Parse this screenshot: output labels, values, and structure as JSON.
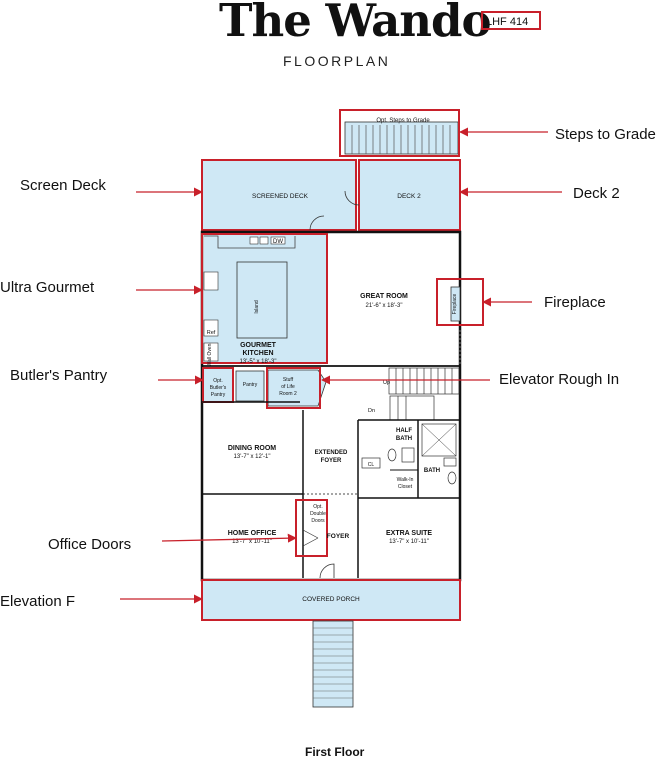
{
  "header": {
    "title": "The Wando",
    "subtitle": "FLOORPLAN",
    "code": "LHF 414"
  },
  "callouts": {
    "steps_to_grade": "Steps to Grade",
    "screen_deck": "Screen Deck",
    "deck_2": "Deck 2",
    "ultra_gourmet": "Ultra Gourmet",
    "fireplace": "Fireplace",
    "butlers_pantry": "Butler's Pantry",
    "elevator_rough_in": "Elevator Rough In",
    "office_doors": "Office Doors",
    "elevation_f": "Elevation F"
  },
  "rooms": {
    "opt_steps": "Opt. Steps to Grade",
    "screened_deck": "SCREENED DECK",
    "deck2": "DECK 2",
    "dw": "DW",
    "island": "Island",
    "ref": "Ref",
    "wall_oven": "Wall Oven",
    "kitchen_line1": "GOURMET",
    "kitchen_line2": "KITCHEN",
    "kitchen_dims": "13'-5\" x 18'-3\"",
    "great_room": "GREAT ROOM",
    "great_room_dims": "21'-6\" x 18'-3\"",
    "fireplace": "Fireplace",
    "butler1": "Opt.",
    "butler2": "Butler's",
    "butler3": "Pantry",
    "pantry": "Pantry",
    "stuff1": "Stuff",
    "stuff2": "of Life",
    "stuff3": "Room 2",
    "up": "Up",
    "dn": "Dn",
    "dining": "DINING ROOM",
    "dining_dims": "13'-7\" x 12'-1\"",
    "ext_foyer1": "EXTENDED",
    "ext_foyer2": "FOYER",
    "half_bath1": "HALF",
    "half_bath2": "BATH",
    "cl": "CL",
    "bath": "BATH",
    "walkin1": "Walk-In",
    "walkin2": "Closet",
    "office": "HOME OFFICE",
    "office_dims": "13'-7\" x 10'-11\"",
    "dbl1": "Opt.",
    "dbl2": "Double",
    "dbl3": "Doors",
    "foyer": "FOYER",
    "suite": "EXTRA SUITE",
    "suite_dims": "13'-7\" x 10'-11\"",
    "porch": "COVERED PORCH"
  },
  "footer": {
    "caption": "First Floor"
  },
  "colors": {
    "highlight": "#c8202a",
    "fill": "#cfe8f5",
    "wall": "#111111"
  }
}
